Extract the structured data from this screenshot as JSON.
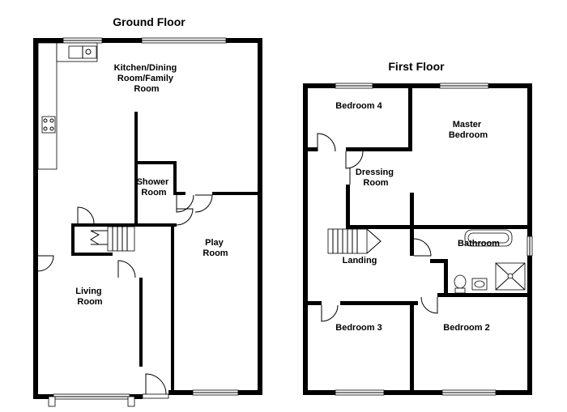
{
  "floors": {
    "ground": {
      "title": "Ground Floor",
      "rooms": {
        "kitchen": [
          "Kitchen/Dining",
          "Room/Family",
          "Room"
        ],
        "shower": [
          "Shower",
          "Room"
        ],
        "play": [
          "Play",
          "Room"
        ],
        "living": [
          "Living",
          "Room"
        ]
      }
    },
    "first": {
      "title": "First Floor",
      "rooms": {
        "bedroom4": "Bedroom 4",
        "master": [
          "Master",
          "Bedroom"
        ],
        "dressing": [
          "Dressing",
          "Room"
        ],
        "bathroom": "Bathroom",
        "landing": "Landing",
        "bedroom3": "Bedroom 3",
        "bedroom2": "Bedroom 2"
      }
    }
  }
}
